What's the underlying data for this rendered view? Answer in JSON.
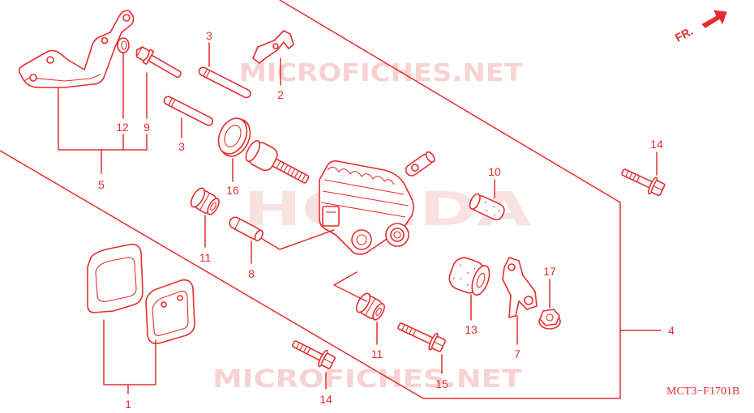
{
  "diagram": {
    "accent_color": "#e52d2d",
    "orientation_mark": "FR.",
    "figure_code": "MCT3−F1701B",
    "watermarks": [
      "MICROFICHES.NET",
      "HONDA",
      "MICROFICHES.NET"
    ],
    "callouts": [
      "3",
      "2",
      "12",
      "9",
      "3",
      "14",
      "5",
      "10",
      "16",
      "11",
      "8",
      "17",
      "13",
      "4",
      "7",
      "11",
      "15",
      "14",
      "1"
    ]
  }
}
